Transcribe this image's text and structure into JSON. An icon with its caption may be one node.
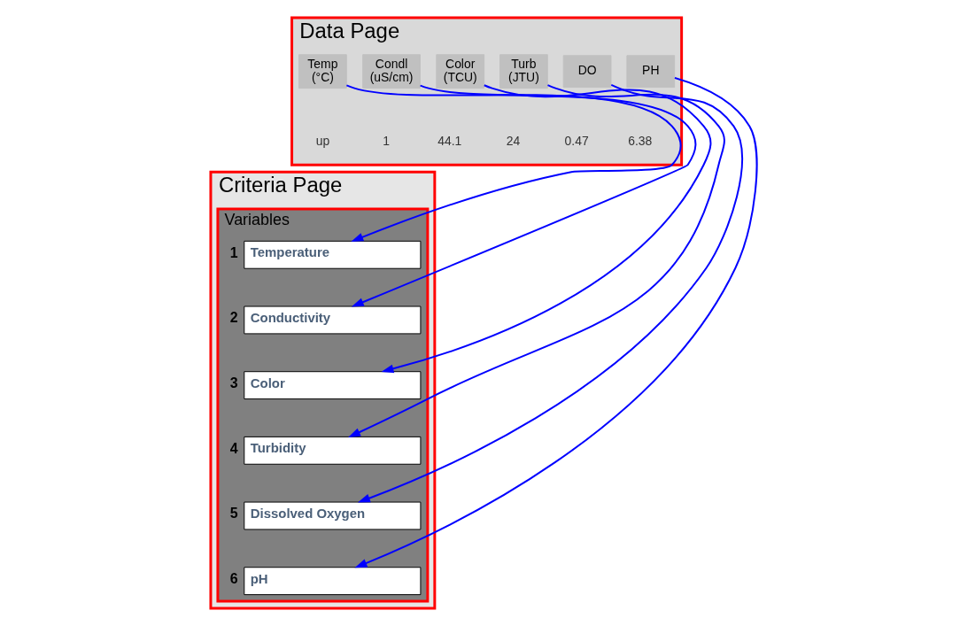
{
  "diagram": {
    "nodes": [
      {
        "text": [
          "Data Page"
        ]
      },
      {
        "text": [
          "Temp",
          "(°C)"
        ],
        "in": 0
      },
      {
        "text": [
          "Condl",
          "(uS/cm)"
        ],
        "in": 0
      },
      {
        "text": [
          "Color",
          "(TCU)"
        ],
        "in": 0
      },
      {
        "text": [
          "Turb",
          "(JTU)"
        ],
        "in": 0
      },
      {
        "text": [
          "DO"
        ],
        "in": 0
      },
      {
        "text": [
          "PH"
        ],
        "in": 0
      },
      {
        "text": [
          "Criteria Page"
        ]
      },
      {
        "text": [
          "Variables"
        ],
        "in": 7
      },
      {
        "text": [
          "Temperature"
        ],
        "in": 8,
        "beside": [
          "1"
        ]
      },
      {
        "text": [
          "Conductivity"
        ],
        "in": 8,
        "beside": [
          "2"
        ]
      },
      {
        "text": [
          "Color"
        ],
        "in": 8,
        "beside": [
          "3"
        ]
      },
      {
        "text": [
          "Turbidity"
        ],
        "in": 8,
        "beside": [
          "4"
        ]
      },
      {
        "text": [
          "Dissolved Oxygen"
        ],
        "in": 8,
        "beside": [
          "5"
        ]
      },
      {
        "text": [
          "pH"
        ],
        "in": 8,
        "beside": [
          "6"
        ]
      }
    ],
    "edges": [
      {
        "from": 1,
        "to": 9,
        "arrow": "to"
      },
      {
        "from": 2,
        "to": 10,
        "arrow": "to"
      },
      {
        "from": 3,
        "to": 11,
        "arrow": "to"
      },
      {
        "from": 4,
        "to": 12,
        "arrow": "to"
      },
      {
        "from": 5,
        "to": 13,
        "arrow": "to"
      },
      {
        "from": 6,
        "to": 14,
        "arrow": "to"
      }
    ],
    "labels": [
      "up",
      "1",
      "44.1",
      "24",
      "0.47",
      "6.38"
    ]
  }
}
